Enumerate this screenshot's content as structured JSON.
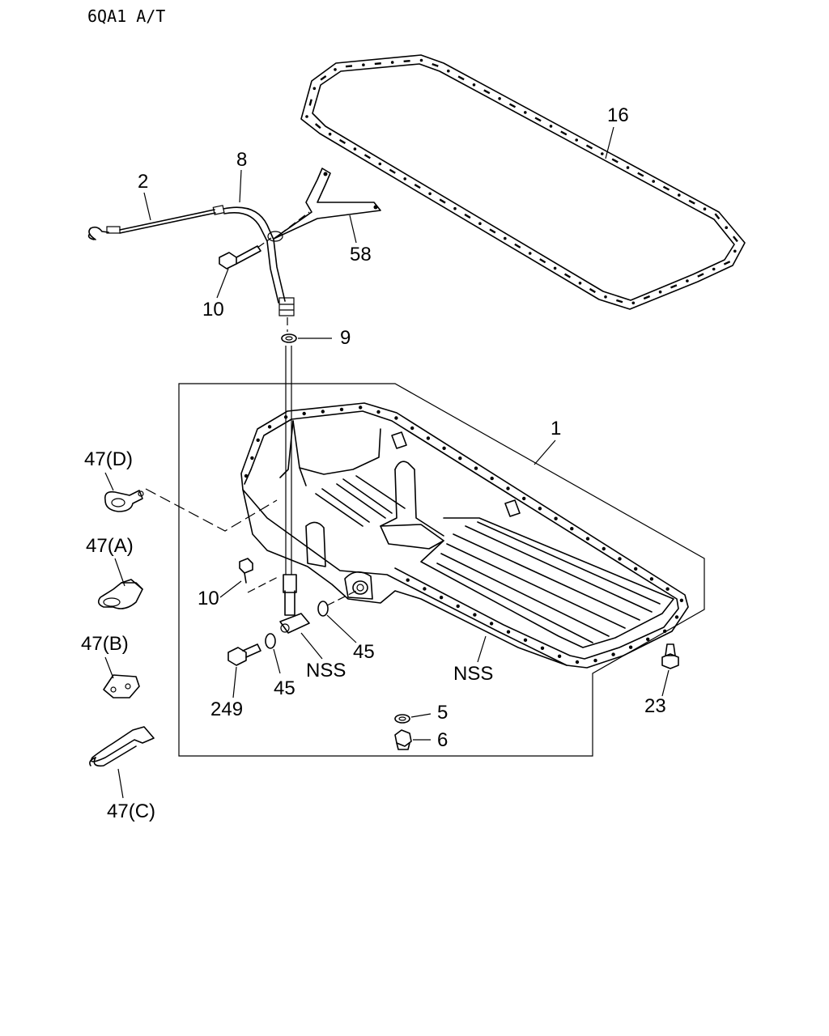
{
  "header": {
    "model": "6QA1 A/T"
  },
  "callouts": {
    "c1": "1",
    "c2": "2",
    "c5": "5",
    "c6": "6",
    "c8": "8",
    "c9": "9",
    "c10a": "10",
    "c10b": "10",
    "c16": "16",
    "c23": "23",
    "c45a": "45",
    "c45b": "45",
    "c47a": "47(A)",
    "c47b": "47(B)",
    "c47c": "47(C)",
    "c47d": "47(D)",
    "c58": "58",
    "c249": "249",
    "nss1": "NSS",
    "nss2": "NSS"
  }
}
